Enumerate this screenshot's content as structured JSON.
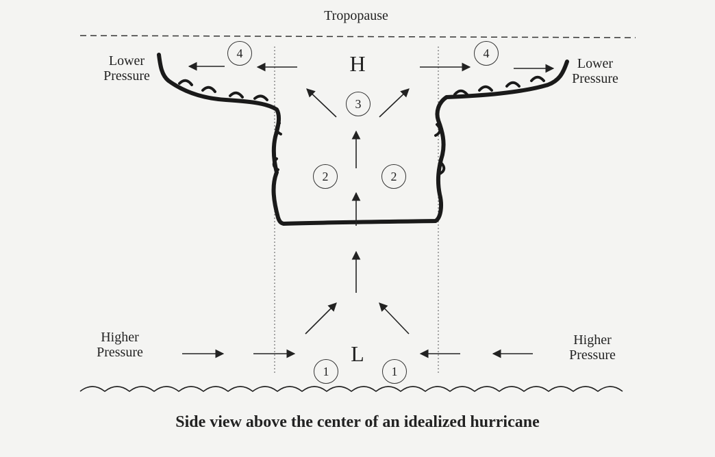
{
  "labels": {
    "tropopause": "Tropopause",
    "lower_pressure_left": "Lower\nPressure",
    "lower_pressure_right": "Lower\nPressure",
    "higher_pressure_left": "Higher\nPressure",
    "higher_pressure_right": "Higher\nPressure",
    "high_center": "H",
    "low_center": "L",
    "caption": "Side view above the center of an idealized hurricane"
  },
  "markers": {
    "outflow_left": "4",
    "outflow_right": "4",
    "top_divergence": "3",
    "rise_left": "2",
    "rise_right": "2",
    "inflow_left": "1",
    "inflow_right": "1"
  },
  "colors": {
    "ink": "#222222",
    "background": "#f4f4f2"
  }
}
